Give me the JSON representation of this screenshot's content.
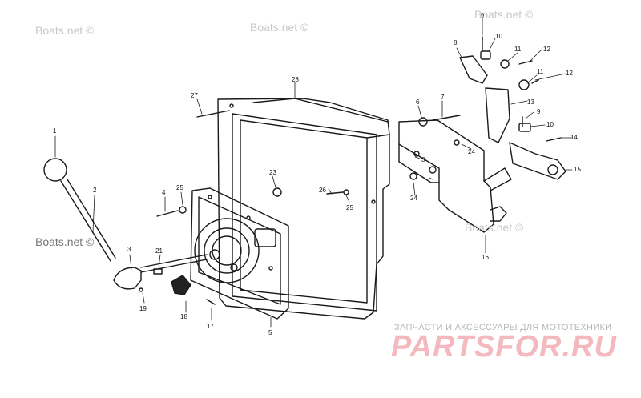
{
  "watermarks": [
    "Boats.net ©",
    "Boats.net ©",
    "Boats.net ©",
    "Boats.net ©",
    "Boats.net ©"
  ],
  "brand": {
    "subtitle": "ЗАПЧАСТИ И АКСЕССУАРЫ ДЛЯ МОТОТЕХНИКИ",
    "logo": "PARTSFOR.RU"
  },
  "callouts": {
    "c1": "1",
    "c2": "2",
    "c3": "3",
    "c4": "4",
    "c5": "5",
    "c6": "6",
    "c7": "7",
    "c8": "8",
    "c9a": "9",
    "c9b": "9",
    "c10a": "10",
    "c10b": "10",
    "c11a": "11",
    "c11b": "11",
    "c12a": "12",
    "c12b": "12",
    "c13": "13",
    "c14": "14",
    "c15": "15",
    "c16": "16",
    "c17": "17",
    "c18": "18",
    "c19": "19",
    "c21": "21",
    "c23": "23",
    "c24a": "24",
    "c24b": "24",
    "c25a": "25",
    "c25b": "25",
    "c26": "26",
    "c27": "27",
    "c28": "28",
    "c3b": "3"
  }
}
